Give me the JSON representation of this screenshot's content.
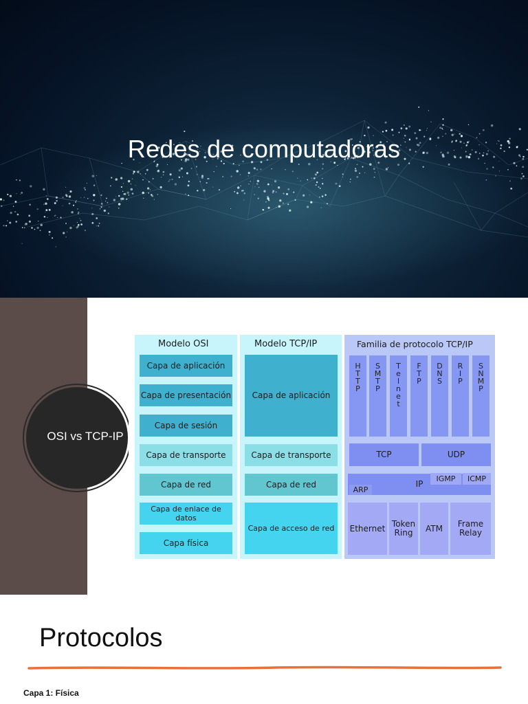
{
  "hero": {
    "title": "Redes de computadoras"
  },
  "slide2": {
    "circle_label": "OSI vs TCP-IP",
    "osi": {
      "title": "Modelo OSI",
      "layers": [
        "Capa de aplicación",
        "Capa de presentación",
        "Capa de sesión",
        "Capa de transporte",
        "Capa de red",
        "Capa de enlace de datos",
        "Capa física"
      ]
    },
    "tcpip": {
      "title": "Modelo TCP/IP",
      "layers": [
        "Capa de aplicación",
        "Capa de transporte",
        "Capa de red",
        "Capa de acceso de red"
      ]
    },
    "family": {
      "title": "Familia de protocolo TCP/IP",
      "application": [
        "HTTP",
        "SMTP",
        "Telnet",
        "FTP",
        "DNS",
        "RIP",
        "SNMP"
      ],
      "transport": [
        "TCP",
        "UDP"
      ],
      "network": {
        "ip": "IP",
        "arp": "ARP",
        "igmp": "IGMP",
        "icmp": "ICMP"
      },
      "access": [
        "Ethernet",
        "Token Ring",
        "ATM",
        "Frame Relay"
      ]
    }
  },
  "slide3": {
    "title": "Protocolos",
    "first_item": "Capa 1: Física",
    "accent_color": "#e8703a"
  }
}
